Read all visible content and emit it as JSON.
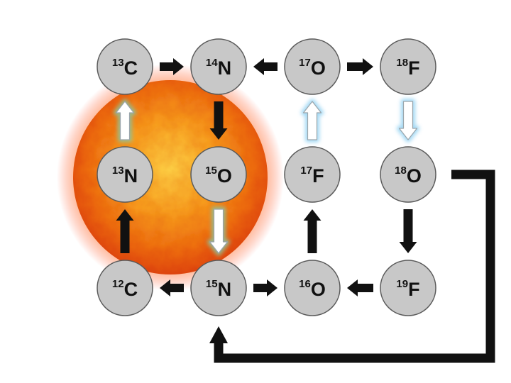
{
  "colors": {
    "node_fill": "#c8c8c8",
    "node_stroke": "#5a5a5a",
    "arrow_dark": "#111111",
    "arrow_light": "#ffffff",
    "glow_blue": "#8fd0f2",
    "glow_green": "#88c8a0",
    "sun_core": "#ffcc33",
    "sun_mid": "#f79a1c",
    "sun_edge": "#e8540c"
  },
  "nodes": [
    {
      "id": "c13",
      "mass": "13",
      "symbol": "C"
    },
    {
      "id": "n14",
      "mass": "14",
      "symbol": "N"
    },
    {
      "id": "o17",
      "mass": "17",
      "symbol": "O"
    },
    {
      "id": "f18",
      "mass": "18",
      "symbol": "F"
    },
    {
      "id": "n13",
      "mass": "13",
      "symbol": "N"
    },
    {
      "id": "o15",
      "mass": "15",
      "symbol": "O"
    },
    {
      "id": "f17",
      "mass": "17",
      "symbol": "F"
    },
    {
      "id": "o18",
      "mass": "18",
      "symbol": "O"
    },
    {
      "id": "c12",
      "mass": "12",
      "symbol": "C"
    },
    {
      "id": "n15",
      "mass": "15",
      "symbol": "N"
    },
    {
      "id": "o16",
      "mass": "16",
      "symbol": "O"
    },
    {
      "id": "f19",
      "mass": "19",
      "symbol": "F"
    }
  ],
  "arrows": [
    {
      "from": "c13",
      "to": "n14",
      "style": "dark"
    },
    {
      "from": "o17",
      "to": "n14",
      "style": "dark"
    },
    {
      "from": "o17",
      "to": "f18",
      "style": "dark"
    },
    {
      "from": "n13",
      "to": "c13",
      "style": "light",
      "glow": "green"
    },
    {
      "from": "n14",
      "to": "o15",
      "style": "dark"
    },
    {
      "from": "f17",
      "to": "o17",
      "style": "light",
      "glow": "blue"
    },
    {
      "from": "f18",
      "to": "o18",
      "style": "light",
      "glow": "blue"
    },
    {
      "from": "c12",
      "to": "n13",
      "style": "dark"
    },
    {
      "from": "o15",
      "to": "n15",
      "style": "light",
      "glow": "green"
    },
    {
      "from": "o16",
      "to": "f17",
      "style": "dark"
    },
    {
      "from": "o18",
      "to": "f19",
      "style": "dark"
    },
    {
      "from": "n15",
      "to": "c12",
      "style": "dark"
    },
    {
      "from": "n15",
      "to": "o16",
      "style": "dark"
    },
    {
      "from": "f19",
      "to": "o16",
      "style": "dark"
    },
    {
      "from": "o18",
      "to": "n15",
      "style": "dark",
      "route": "outer-loop"
    }
  ]
}
